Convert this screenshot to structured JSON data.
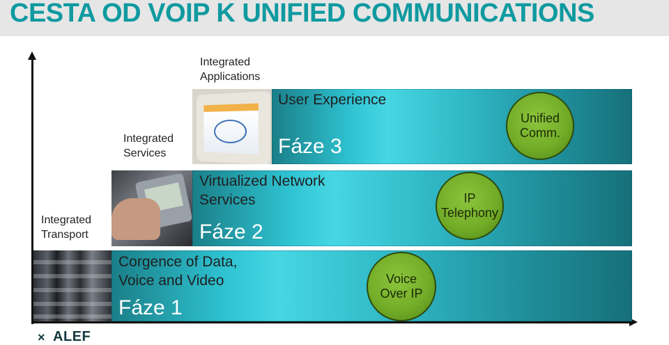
{
  "title": "CESTA OD VOIP K UNIFIED COMMUNICATIONS",
  "levels": {
    "transport": "Integrated\nTransport",
    "services": "Integrated\nServices",
    "applications": "Integrated\nApplications"
  },
  "phases": [
    {
      "description": "Corgence of Data,\nVoice and Video",
      "name": "Fáze 1",
      "milestone": "Voice\nOver IP"
    },
    {
      "description": "Virtualized Network\nServices",
      "name": "Fáze 2",
      "milestone": "IP\nTelephony"
    },
    {
      "description": "User Experience",
      "name": "Fáze 3",
      "milestone": "Unified\nComm."
    }
  ],
  "logo": {
    "mark": "×",
    "text": "ALEF"
  },
  "colors": {
    "title": "#0f9aa0",
    "band_light": "#46d6e4",
    "band_dark": "#16707a",
    "milestone": "#74ad28"
  },
  "photos": {
    "transport": "server-rack-photo",
    "services": "handheld-device-photo",
    "applications": "computer-monitor-photo"
  }
}
